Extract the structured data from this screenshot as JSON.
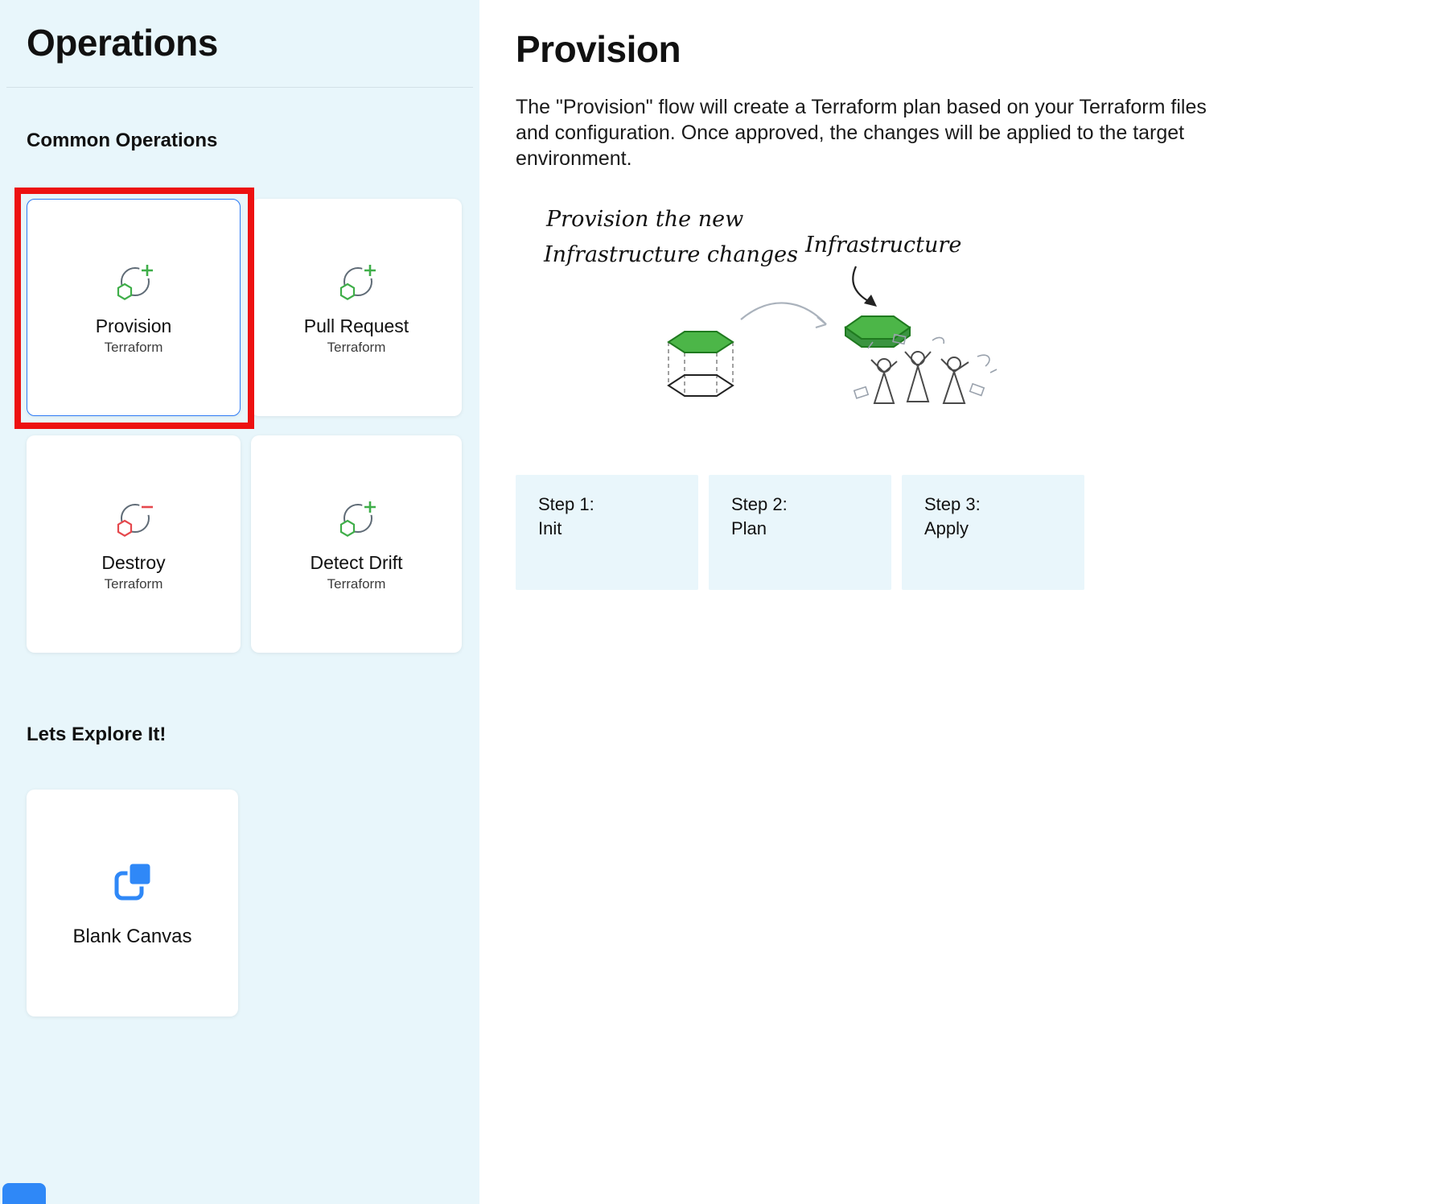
{
  "sidebar": {
    "title": "Operations",
    "common_section_heading": "Common Operations",
    "cards": [
      {
        "title": "Provision",
        "subtitle": "Terraform",
        "selected": true,
        "icon": "terraform-plus-icon"
      },
      {
        "title": "Pull Request",
        "subtitle": "Terraform",
        "selected": false,
        "icon": "terraform-plus-icon"
      },
      {
        "title": "Destroy",
        "subtitle": "Terraform",
        "selected": false,
        "icon": "terraform-minus-icon"
      },
      {
        "title": "Detect Drift",
        "subtitle": "Terraform",
        "selected": false,
        "icon": "terraform-plus-icon"
      }
    ],
    "explore_section_heading": "Lets Explore It!",
    "explore_card": {
      "title": "Blank Canvas",
      "icon": "blank-canvas-icon"
    }
  },
  "main": {
    "title": "Provision",
    "description": "The \"Provision\" flow will create a Terraform plan based on your Terraform files and configuration. Once approved, the changes will be applied to the target environment.",
    "illustration": {
      "caption_left_line1": "Provision the new",
      "caption_left_line2": "Infrastructure changes",
      "caption_right": "Infrastructure"
    },
    "steps": [
      {
        "label": "Step 1:",
        "name": "Init"
      },
      {
        "label": "Step 2:",
        "name": "Plan"
      },
      {
        "label": "Step 3:",
        "name": "Apply"
      }
    ]
  },
  "colors": {
    "sidebar_bg": "#e8f6fb",
    "selection_highlight_red": "#ed1111",
    "selected_card_border_blue": "#2e7cf6",
    "terraform_green": "#3fae49",
    "destroy_red": "#e5484d",
    "canvas_blue": "#2f88f7",
    "step_box_bg": "#e9f6fb"
  }
}
